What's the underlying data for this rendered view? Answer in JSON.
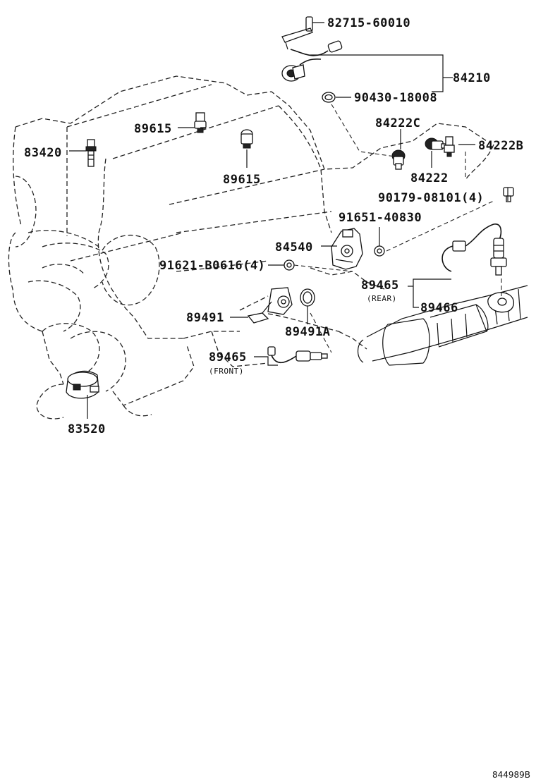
{
  "diagram": {
    "figure_id": "844989B",
    "labels": {
      "p82715": "82715-60010",
      "p84210": "84210",
      "p90430": "90430-18008",
      "p89615a": "89615",
      "p89615b": "89615",
      "p83420": "83420",
      "p84222C": "84222C",
      "p84222B": "84222B",
      "p84222": "84222",
      "p90179": "90179-08101(4)",
      "p91651": "91651-40830",
      "p84540": "84540",
      "p91621": "91621-B0616(4)",
      "p89465r": "89465",
      "rear": "(REAR)",
      "p89466": "89466",
      "p89491": "89491",
      "p89491A": "89491A",
      "p89465f": "89465",
      "front": "(FRONT)",
      "p83520": "83520"
    }
  }
}
